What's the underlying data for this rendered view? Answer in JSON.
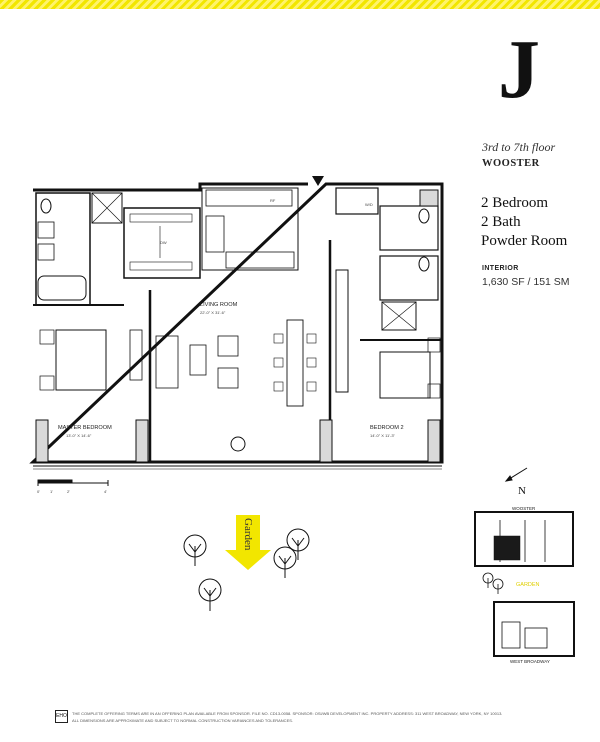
{
  "unit": {
    "letter": "J",
    "floors": "3rd to 7th floor",
    "building": "WOOSTER",
    "rooms": [
      "2 Bedroom",
      "2 Bath",
      "Powder Room"
    ],
    "interior_label": "INTERIOR",
    "interior_area": "1,630 SF / 151 SM"
  },
  "plan": {
    "living_room": {
      "name": "LIVING ROOM",
      "dims": "22'-0\" X 31'-6\""
    },
    "master_bedroom": {
      "name": "MASTER BEDROOM",
      "dims": "13'-0\" X 14'-6\""
    },
    "bedroom_2": {
      "name": "BEDROOM 2",
      "dims": "14'-0\" X 11'-3\""
    },
    "appliance_tags": {
      "fridge": "RF",
      "washer_dryer": "W/D",
      "dishwasher": "DW"
    },
    "scale_ticks": [
      "0'",
      "1'",
      "2'",
      "4'"
    ]
  },
  "site": {
    "garden_label": "Garden",
    "north_label": "N",
    "keyplan": {
      "top_street": "WOOSTER",
      "garden": "GARDEN",
      "bottom_street": "WEST BROADWAY"
    }
  },
  "footer": {
    "equal_housing": "EHO",
    "line1": "THE COMPLETE OFFERING TERMS ARE IN AN OFFERING PLAN AVAILABLE FROM SPONSOR. FILE NO. CD13-0058. SPONSOR: OSI/WB DEVELOPMENT INC. PROPERTY ADDRESS: 311 WEST BROADWAY, NEW YORK, NY 10013.",
    "line2": "ALL DIMENSIONS ARE APPROXIMATE AND SUBJECT TO NORMAL CONSTRUCTION VARIANCES AND TOLERANCES."
  },
  "colors": {
    "accent_yellow": "#f2e600",
    "wall": "#111111",
    "shade": "#d9d9d9",
    "unit_highlight": "#1a1a1a"
  }
}
